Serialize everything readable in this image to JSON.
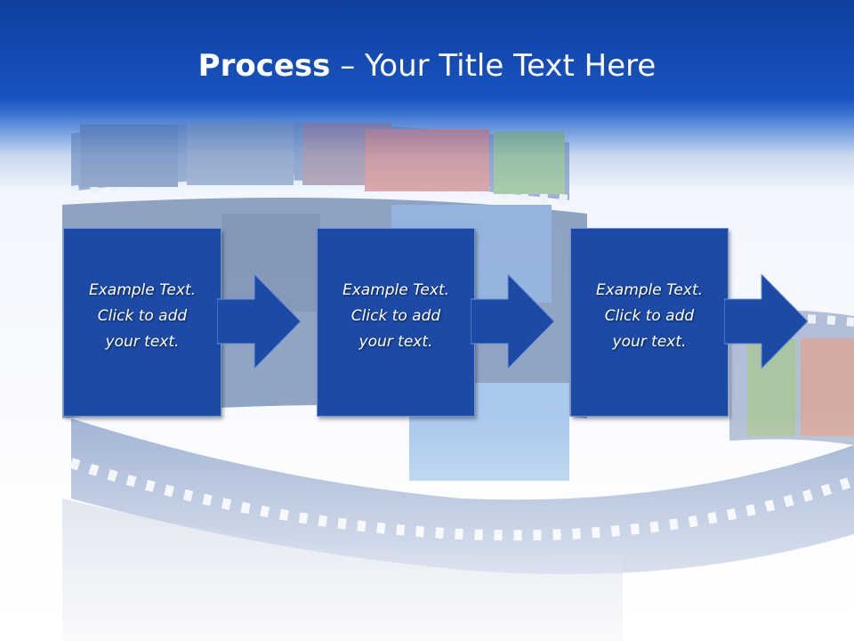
{
  "title": {
    "bold": "Process",
    "separator": "–",
    "rest": "Your Title Text Here"
  },
  "steps": [
    {
      "lines": [
        "Example Text.",
        "Click  to add",
        "your text."
      ]
    },
    {
      "lines": [
        "Example Text.",
        "Click  to add",
        "your text."
      ]
    },
    {
      "lines": [
        "Example Text.",
        "Click  to add",
        "your text."
      ]
    }
  ],
  "colors": {
    "header": "#1853c0",
    "box": "#1c4aa6",
    "arrow": "#1c4aa6",
    "text": "#ffffff"
  },
  "background_icons": [
    "film-strip-icon"
  ]
}
